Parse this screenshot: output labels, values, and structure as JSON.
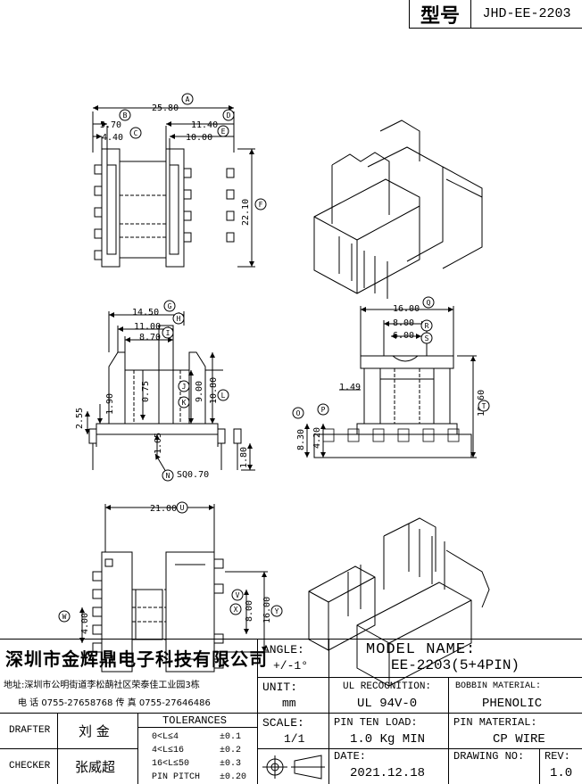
{
  "header": {
    "type_label": "型号",
    "model_code": "JHD-EE-2203"
  },
  "dims": {
    "a": "25.80",
    "b": "5.70",
    "c": "4.40",
    "d": "11.40",
    "e": "10.00",
    "f": "22.10",
    "g": "14.50",
    "h": "11.00",
    "i": "8.70",
    "j": "1.90",
    "k": "9.00",
    "l": "10.80",
    "m": "0.75",
    "n": "2.55",
    "o": "1.05",
    "p": "1.80",
    "sq": "SQ0.70",
    "q": "16.00",
    "r": "8.00",
    "s": "6.00",
    "t": "19.60",
    "u": "1.49",
    "v": "8.30",
    "w": "4.20",
    "x": "21.00",
    "y": "8.00",
    "z": "16.00",
    "aa": "4.00"
  },
  "markers": [
    "A",
    "B",
    "C",
    "D",
    "E",
    "F",
    "G",
    "H",
    "I",
    "J",
    "K",
    "L",
    "N",
    "O",
    "P",
    "Q",
    "R",
    "S",
    "T",
    "U",
    "V",
    "W",
    "X",
    "Y"
  ],
  "company": {
    "name": "深圳市金辉鼎电子科技有限公司",
    "address": "地址:深圳市公明街道李松蓢社区荣泰佳工业园3栋",
    "phone": "电 话  0755-27658768   传 真  0755-27646486"
  },
  "angle": {
    "label": "ANGLE:",
    "value": "+/-1°"
  },
  "model": {
    "label": "MODEL NAME:",
    "value": "EE-2203(5+4PIN)"
  },
  "unit": {
    "label": "UNIT:",
    "value": "mm"
  },
  "ul": {
    "label": "UL RECOGNITION:",
    "value": "UL 94V-0"
  },
  "bobbin": {
    "label": "BOBBIN MATERIAL:",
    "value": "PHENOLIC"
  },
  "drafter": {
    "label": "DRAFTER",
    "value": "刘 金"
  },
  "checker": {
    "label": "CHECKER",
    "value": "张威超"
  },
  "tolerances": {
    "label": "TOLERANCES",
    "rows": [
      {
        "range": "0<L≤4",
        "tol": "±0.1"
      },
      {
        "range": "4<L≤16",
        "tol": "±0.2"
      },
      {
        "range": "16<L≤50",
        "tol": "±0.3"
      },
      {
        "range": "PIN PITCH",
        "tol": "±0.20"
      }
    ]
  },
  "scale": {
    "label": "SCALE:",
    "value": "1/1"
  },
  "pin_load": {
    "label": "PIN TEN LOAD:",
    "value": "1.0 Kg MIN"
  },
  "pin_material": {
    "label": "PIN MATERIAL:",
    "value": "CP WIRE"
  },
  "date": {
    "label": "DATE:",
    "value": "2021.12.18"
  },
  "drawing_no": {
    "label": "DRAWING NO:",
    "value": ""
  },
  "rev": {
    "label": "REV:",
    "value": "1.0"
  }
}
